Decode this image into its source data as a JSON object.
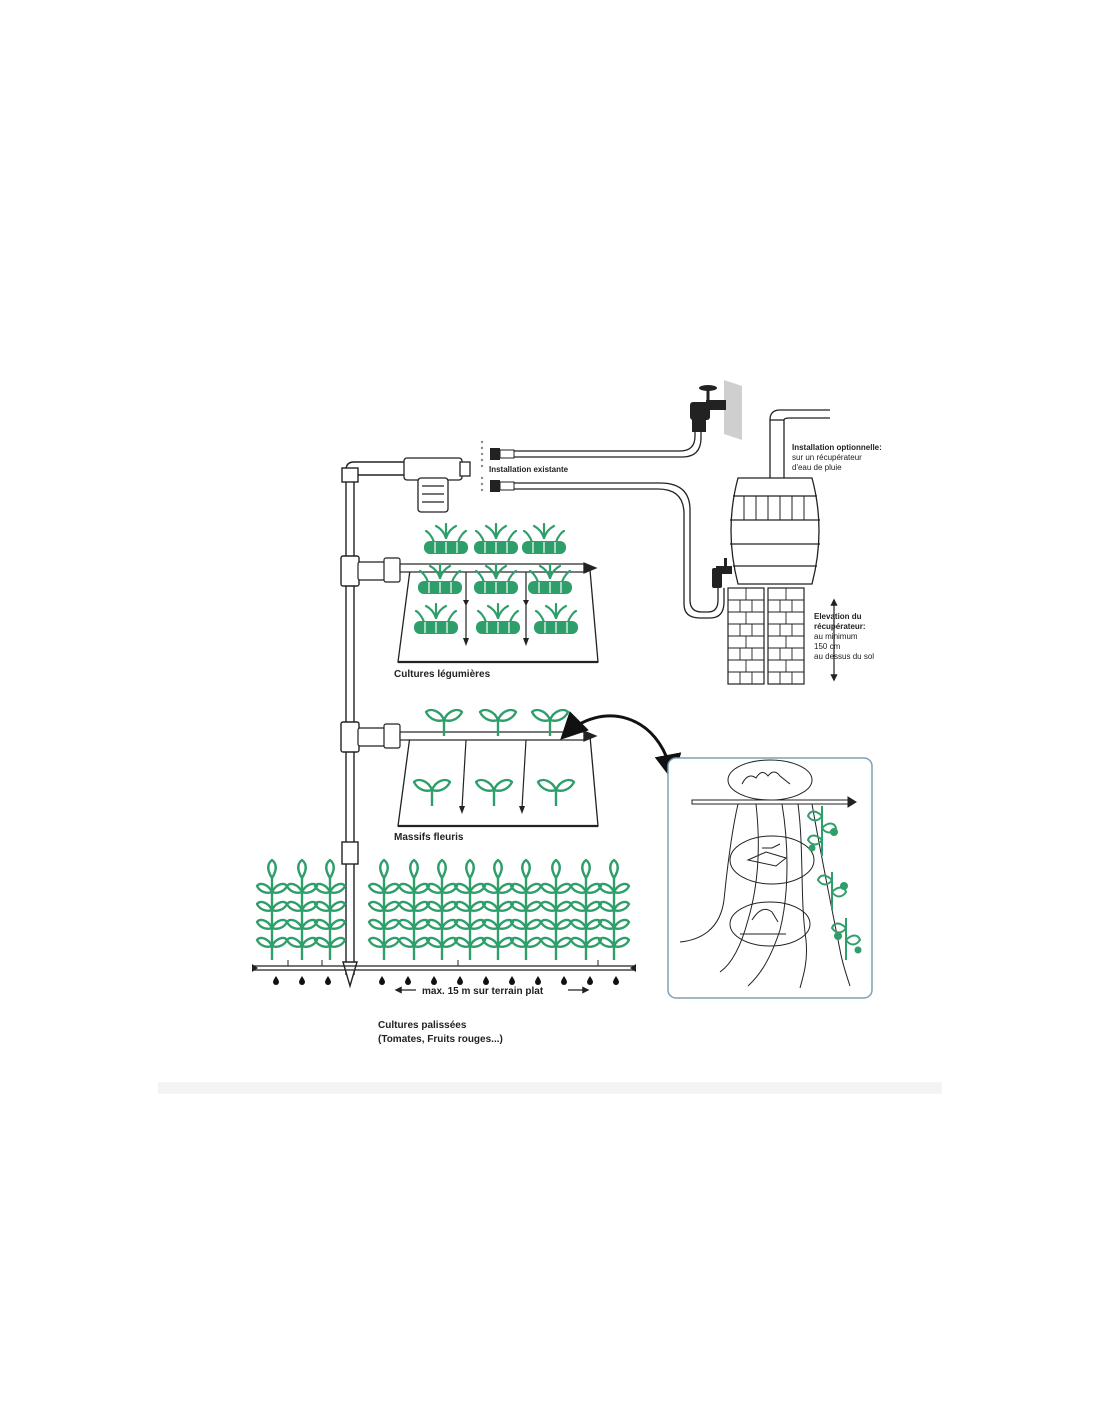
{
  "labels": {
    "installation_existante": "Installation existante",
    "optionnelle_title": "Installation optionnelle:",
    "optionnelle_line1": "sur un récupérateur",
    "optionnelle_line2": "d'eau de pluie",
    "elevation_title1": "Elevation du",
    "elevation_title2": "récupérateur:",
    "elevation_line1": "au minimum",
    "elevation_line2": "150 cm",
    "elevation_line3": "au dessus du sol",
    "cultures_legumieres": "Cultures légumières",
    "massifs_fleuris": "Massifs fleuris",
    "max_distance": "max. 15 m sur terrain plat",
    "cultures_palissees": "Cultures palissées",
    "cultures_palissees_detail": "(Tomates, Fruits rouges...)"
  },
  "colors": {
    "line": "#222222",
    "plant": "#2e9e6a",
    "inset_border": "#7f9fb7",
    "footer_band": "#f4f4f4"
  },
  "icons": [
    "faucet-icon",
    "filter-icon",
    "rain-barrel-icon",
    "brick-pillar-icon",
    "carrot-icon",
    "flower-icon",
    "climbing-plant-icon",
    "dripper-icon",
    "curved-arrow-icon"
  ]
}
